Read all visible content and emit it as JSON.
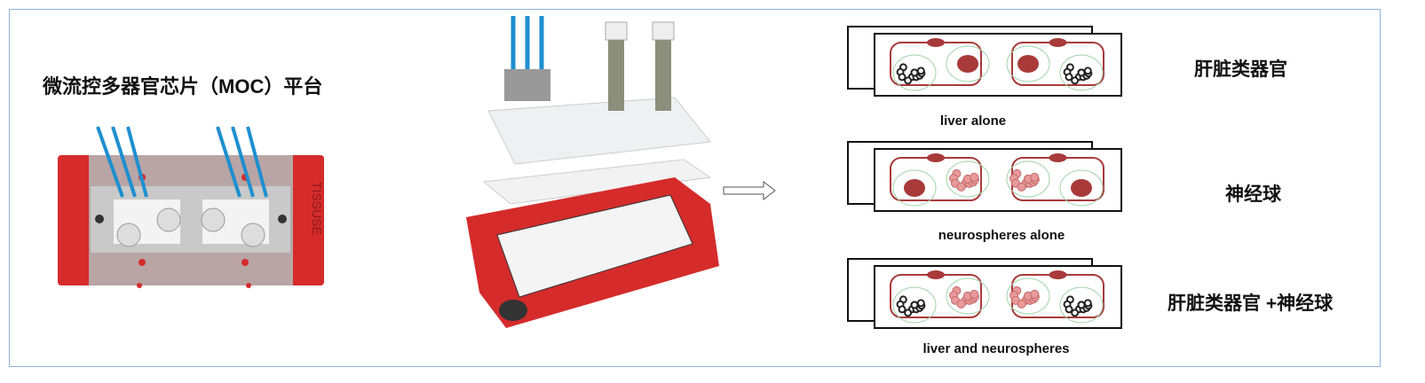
{
  "title": "微流控多器官芯片（MOC）平台",
  "device_logo": "TISSUSE",
  "panels": [
    {
      "caption": "liver alone",
      "label": "肝脏类器官",
      "compartments": [
        "liver",
        "blob",
        "blob",
        "liver"
      ]
    },
    {
      "caption": "neurospheres  alone",
      "label": "神经球",
      "compartments": [
        "blob",
        "neuro",
        "neuro",
        "blob"
      ]
    },
    {
      "caption": "liver and neurospheres",
      "label": "肝脏类器官 +神经球",
      "compartments": [
        "liver",
        "neuro",
        "neuro",
        "liver"
      ]
    }
  ],
  "colors": {
    "frame": "#8fb3d9",
    "device_red": "#d52b2b",
    "circuit": "#a83a3a",
    "liver": "#222222",
    "neuro": "#e89a9a",
    "tube": "#1e8fd0"
  }
}
